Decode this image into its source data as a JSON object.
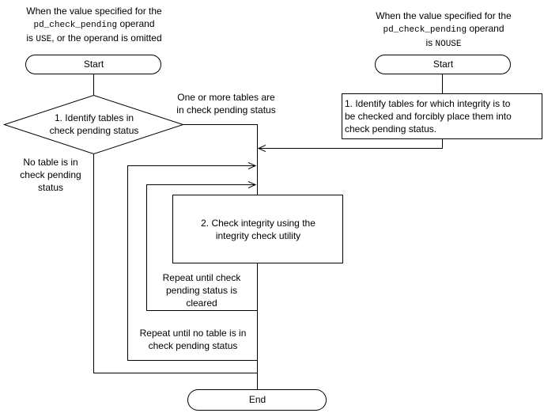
{
  "left_header": {
    "line1": "When the value specified for the",
    "operand_name": "pd_check_pending",
    "operand_word": "operand",
    "is_word": "is",
    "use_value": "USE",
    "line3_rest": ", or the operand is omitted"
  },
  "right_header": {
    "line1": "When the value specified for the",
    "operand_name": "pd_check_pending",
    "operand_word": "operand",
    "is_word": "is",
    "nouse_value": "NOUSE"
  },
  "start_left": "Start",
  "start_right": "Start",
  "decision": {
    "line1": "1. Identify tables in",
    "line2": "check pending status"
  },
  "yes_label": {
    "line1": "One or more tables are",
    "line2": "in check pending status"
  },
  "no_label": {
    "line1": "No table is in",
    "line2": "check pending",
    "line3": "status"
  },
  "identify_box": {
    "line1": "1. Identify tables for which integrity is to",
    "line2": "be checked and forcibly place them into",
    "line3": "check pending status."
  },
  "check_box": {
    "line1": "2. Check integrity using the",
    "line2": "integrity check utility"
  },
  "inner_loop": {
    "line1": "Repeat until check",
    "line2": "pending status is",
    "line3": "cleared"
  },
  "outer_loop": {
    "line1": "Repeat until no table is in",
    "line2": "check pending status"
  },
  "end_label": "End"
}
